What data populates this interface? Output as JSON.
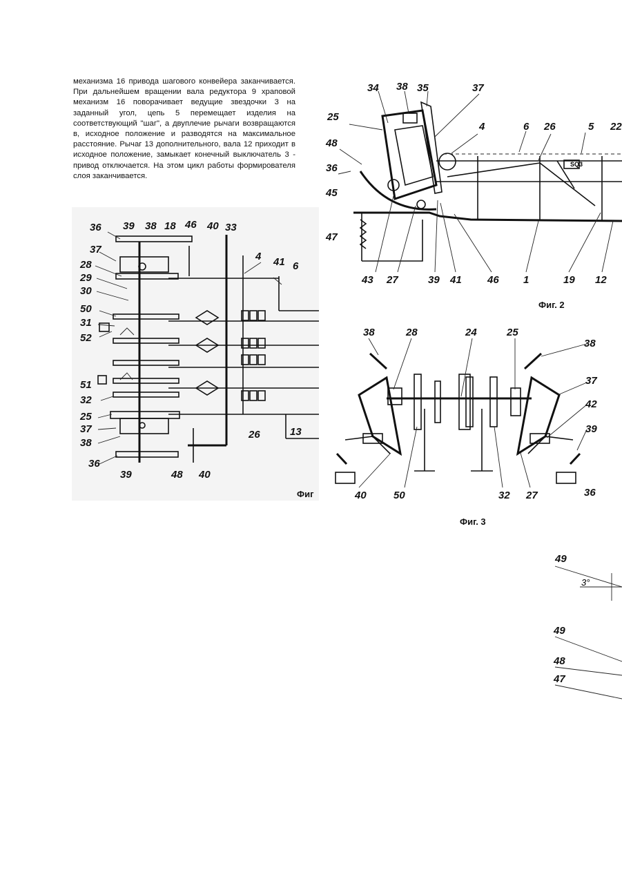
{
  "text": {
    "paragraph": "механизма 16 привода шагового конвейера заканчивается. При дальнейшем вращении вала редуктора 9 храповой механизм 16 поворачивает ведущие звездочки 3 на заданный угол, цепь 5 перемещает изделия на соответствующий \"шаг\", а двуплечие рычаги возвращаются в, исходное положение и разводятся на максимальное расстояние. Рычаг 13 дополнительного, вала 12 приходит в исходное положение, замыкает конечный выключатель 3 - привод отключается. На этом цикл работы формирователя слоя заканчивается."
  },
  "figures": {
    "fig1": {
      "caption": "Фиг",
      "labels": [
        "36",
        "39",
        "38",
        "18",
        "46",
        "40",
        "33",
        "4",
        "41",
        "6",
        "37",
        "28",
        "29",
        "30",
        "50",
        "31",
        "52",
        "51",
        "32",
        "25",
        "37",
        "38",
        "36",
        "39",
        "48",
        "40",
        "26",
        "13"
      ]
    },
    "fig2": {
      "caption": "Фиг. 2",
      "labels": [
        "34",
        "38",
        "35",
        "37",
        "25",
        "4",
        "6",
        "26",
        "5",
        "22",
        "48",
        "36",
        "SQ3",
        "45",
        "47",
        "43",
        "27",
        "39",
        "41",
        "46",
        "1",
        "19",
        "12"
      ]
    },
    "fig3": {
      "caption": "Фиг. 3",
      "labels": [
        "38",
        "28",
        "24",
        "25",
        "38",
        "37",
        "42",
        "39",
        "36",
        "40",
        "50",
        "32",
        "27"
      ]
    },
    "fig4": {
      "caption": "",
      "angle": "3°",
      "labels": [
        "49",
        "49",
        "48",
        "47"
      ]
    }
  }
}
